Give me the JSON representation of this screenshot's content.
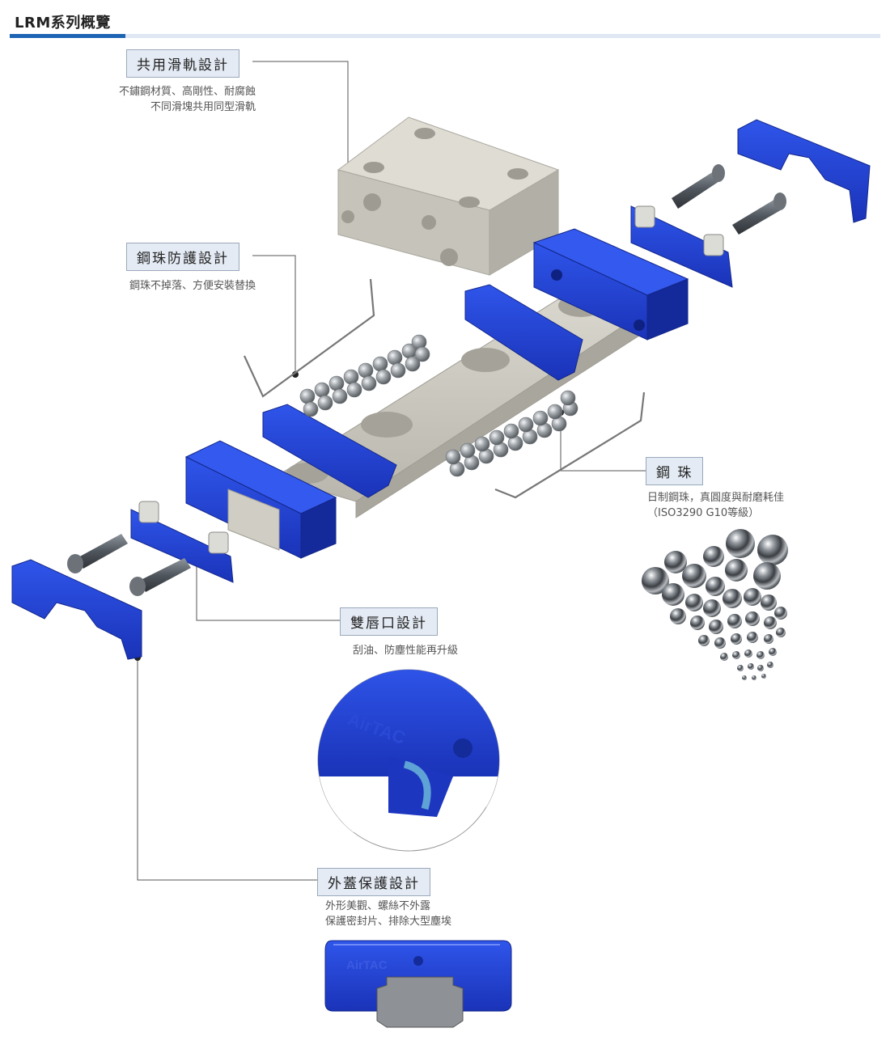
{
  "header": {
    "title": "LRM系列概覽"
  },
  "callouts": {
    "common_rail": {
      "title": "共用滑軌設計",
      "lines": [
        "不鏽鋼材質、高剛性、耐腐蝕",
        "不同滑塊共用同型滑軌"
      ]
    },
    "ball_retention": {
      "title": "鋼珠防護設計",
      "lines": [
        "鋼珠不掉落、方便安裝替換"
      ]
    },
    "steel_ball": {
      "title": "鋼  珠",
      "lines": [
        "日制鋼珠，真圓度與耐磨耗佳",
        "（ISO3290 G10等級）"
      ]
    },
    "double_lip": {
      "title": "雙唇口設計",
      "lines": [
        "刮油、防塵性能再升級"
      ]
    },
    "cover": {
      "title": "外蓋保護設計",
      "lines": [
        "外形美觀、螺絲不外露",
        "保護密封片、排除大型塵埃"
      ]
    }
  },
  "brand_mark": "AirTAC",
  "colors": {
    "accent": "#1e64b4",
    "part_blue": "#1f3fcf",
    "part_blue_dark": "#142b9a",
    "steel": "#c9c7bd",
    "ball": "#9ea3a8"
  }
}
